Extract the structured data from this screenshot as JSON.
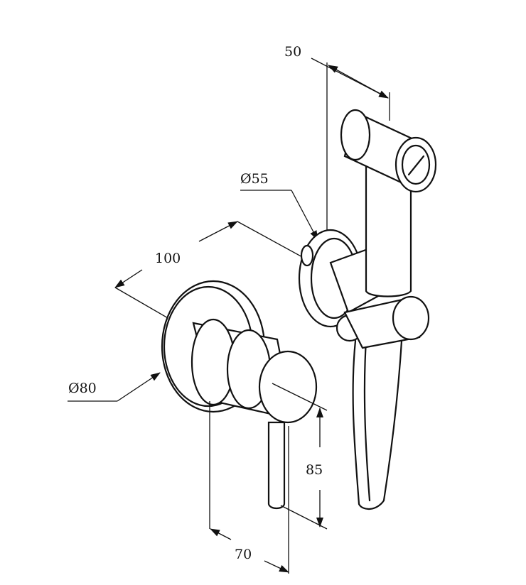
{
  "drawing": {
    "dimensions": {
      "handset_width": "50",
      "holder_rosette_diameter": "Ø55",
      "valve_depth": "100",
      "valve_rosette_diameter": "Ø80",
      "lever_height": "85",
      "lever_offset": "70"
    },
    "colors": {
      "line": "#111111",
      "background": "#ffffff"
    }
  }
}
